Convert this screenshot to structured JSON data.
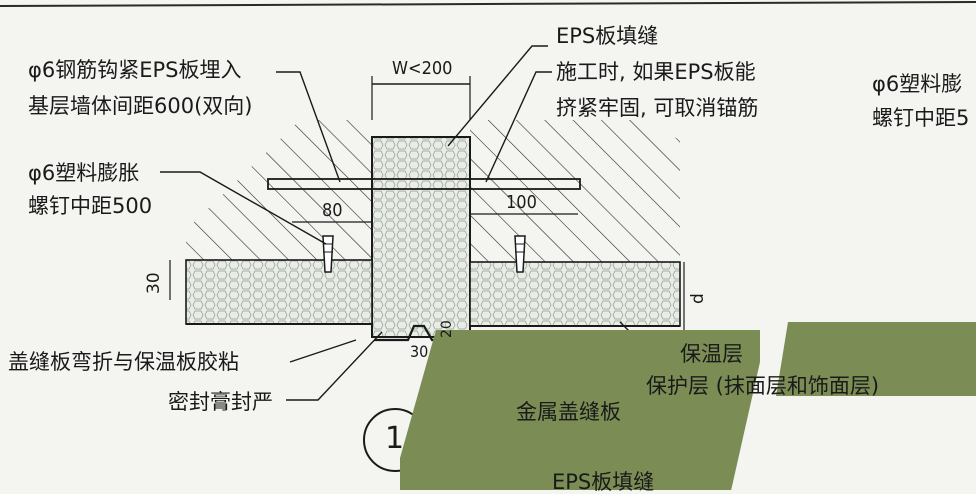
{
  "labels": {
    "anchor_rebar": "φ6钢筋钩紧EPS板埋入",
    "anchor_rebar_2": "基层墙体间距600(双向)",
    "plastic_screw": "φ6塑料膨胀",
    "plastic_screw_2": "螺钉中距500",
    "eps_fill": "EPS板填缝",
    "construction_note": "施工时, 如果EPS板能",
    "construction_note_2": "挤紧牢固, 可取消锚筋",
    "right_screw": "φ6塑料膨",
    "right_screw_2": "螺钉中距5",
    "cover_plate_bend": "盖缝板弯折与保温板胶粘",
    "sealant": "密封膏封严",
    "metal_cover": "金属盖缝板",
    "insulation": "保温层",
    "protective_layer": "保护层 (抹面层和饰面层)",
    "eps_fill_bottom": "EPS板填缝"
  },
  "dimensions": {
    "joint_width": "W<200",
    "left_anchor": "80",
    "right_anchor": "100",
    "insulation_thickness": "30",
    "layer_d": "d",
    "gap_20": "20",
    "offset_30": "30"
  },
  "detail_number": "1",
  "colors": {
    "paper": "#f4f4f1",
    "ink": "#1a1a1a",
    "green_overlay": "#7b8d54"
  }
}
